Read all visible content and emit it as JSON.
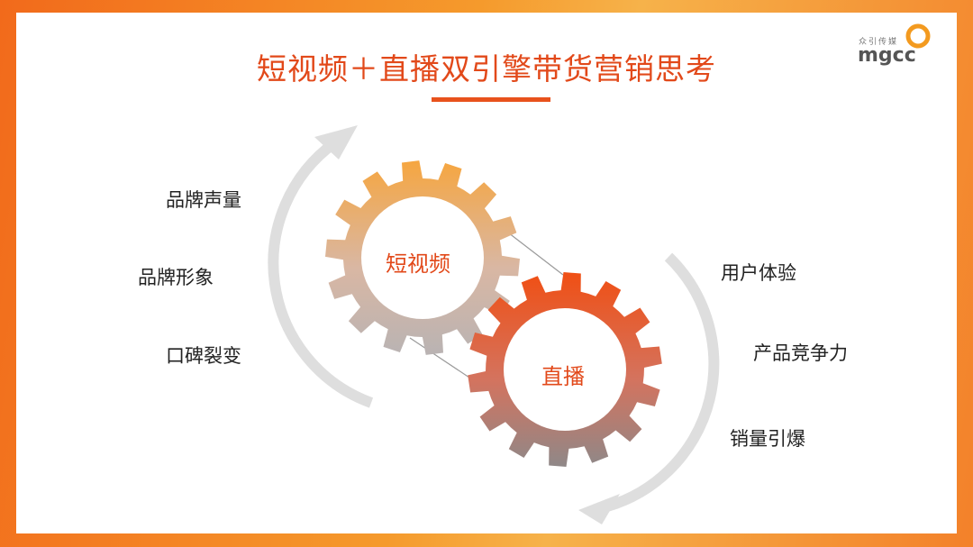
{
  "title": "短视频＋直播双引擎带货营销思考",
  "logo": {
    "cn": "众引传媒",
    "en": "mgcc"
  },
  "gears": {
    "short_video": "短视频",
    "live": "直播"
  },
  "left_items": [
    "品牌声量",
    "品牌形象",
    "口碑裂变"
  ],
  "right_items": [
    "用户体验",
    "产品竞争力",
    "销量引爆"
  ],
  "colors": {
    "accent": "#e2491a",
    "gear_top": "#f5a94a",
    "gear_bottom": "#e85420",
    "arrow": "#dcdcdc"
  }
}
